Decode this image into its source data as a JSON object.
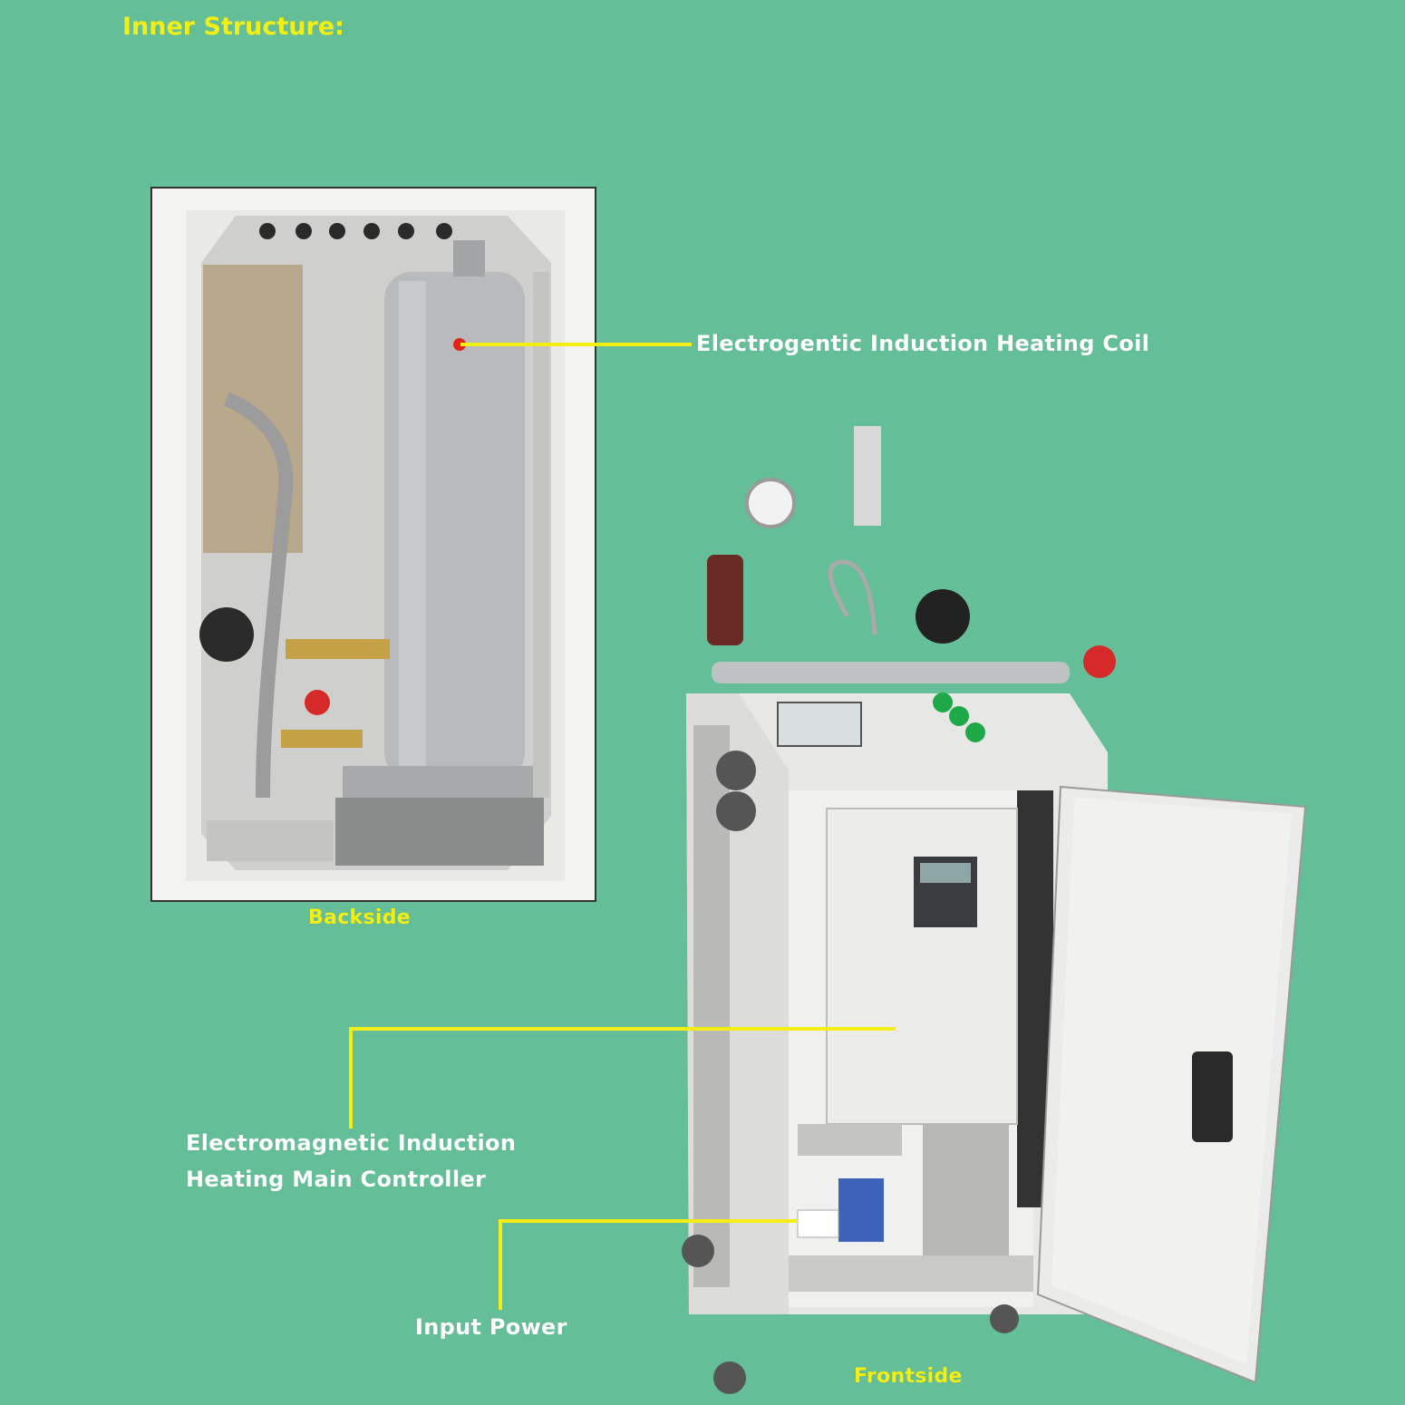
{
  "title": "Inner Structure:",
  "callouts": {
    "coil": "Electrogentic Induction Heating Coil",
    "controller_line1": "Electromagnetic Induction",
    "controller_line2": "Heating Main Controller",
    "power": "Input Power"
  },
  "captions": {
    "backside": "Backside",
    "frontside": "Frontside"
  },
  "colors": {
    "background": "#64bf98",
    "accent_yellow": "#f3ef15",
    "marker_red": "#e3221b"
  }
}
